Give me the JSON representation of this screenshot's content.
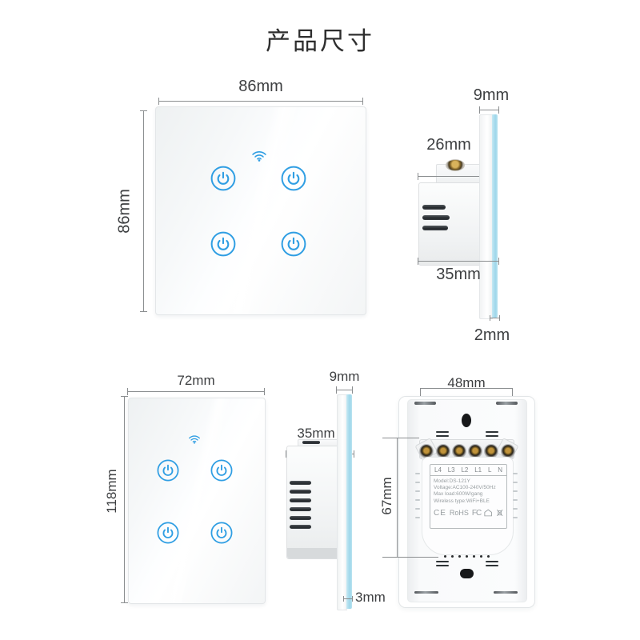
{
  "title": "产品尺寸",
  "colors": {
    "accent_blue": "#2f9ee3",
    "glass_edge": "#a9dcee"
  },
  "eu_switch": {
    "front": {
      "width": "86mm",
      "height": "86mm"
    },
    "side": {
      "panel_depth": "9mm",
      "box_depth": "26mm",
      "box_height": "35mm",
      "glass_thickness": "2mm"
    }
  },
  "us_switch": {
    "front": {
      "width": "72mm",
      "height": "118mm"
    },
    "side": {
      "panel_depth": "9mm",
      "box_height": "35mm",
      "glass_thickness": "3mm"
    },
    "back": {
      "width": "48mm",
      "height": "67mm",
      "terminals": [
        "L4",
        "L3",
        "L2",
        "L1",
        "L",
        "N"
      ],
      "specs": [
        "Model:DS-121Y",
        "Voltage:AC100-240V/50Hz",
        "Max load:600W/gang",
        "Wireless type:WiFi+BLE"
      ],
      "certs": {
        "ce": "CE",
        "rohs": "RoHS",
        "fcc": "FC"
      }
    }
  }
}
